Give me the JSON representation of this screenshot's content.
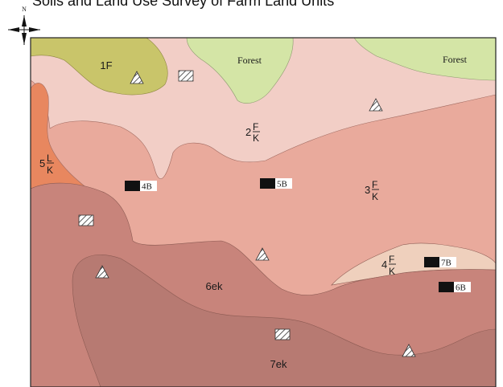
{
  "header": {
    "text": "Soils and Land Use Survey of Farm Land Units"
  },
  "compass": {
    "north_label": "N"
  },
  "zones": {
    "z1F": {
      "label": "1F"
    },
    "z2": {
      "num": "2",
      "top": "F",
      "bottom": "K"
    },
    "z3": {
      "num": "3",
      "top": "F",
      "bottom": "K"
    },
    "z4": {
      "num": "4",
      "top": "F",
      "bottom": "K"
    },
    "z5": {
      "num": "5",
      "top": "L",
      "bottom": "K"
    },
    "z6": {
      "label": "6ek"
    },
    "z7": {
      "label": "7ek"
    },
    "forest1": {
      "label": "Forest"
    },
    "forest2": {
      "label": "Forest"
    }
  },
  "bores": {
    "b4": "4B",
    "b5": "5B",
    "b6": "6B",
    "b7": "7B"
  },
  "colors": {
    "olive": "#c9c56a",
    "forest": "#d4e5a6",
    "pale_pink": "#f2cec6",
    "salmon": "#e9aa9c",
    "orange": "#e8875f",
    "brown": "#c8847b",
    "dark_brown": "#b77a72",
    "beige": "#efd0bd"
  }
}
